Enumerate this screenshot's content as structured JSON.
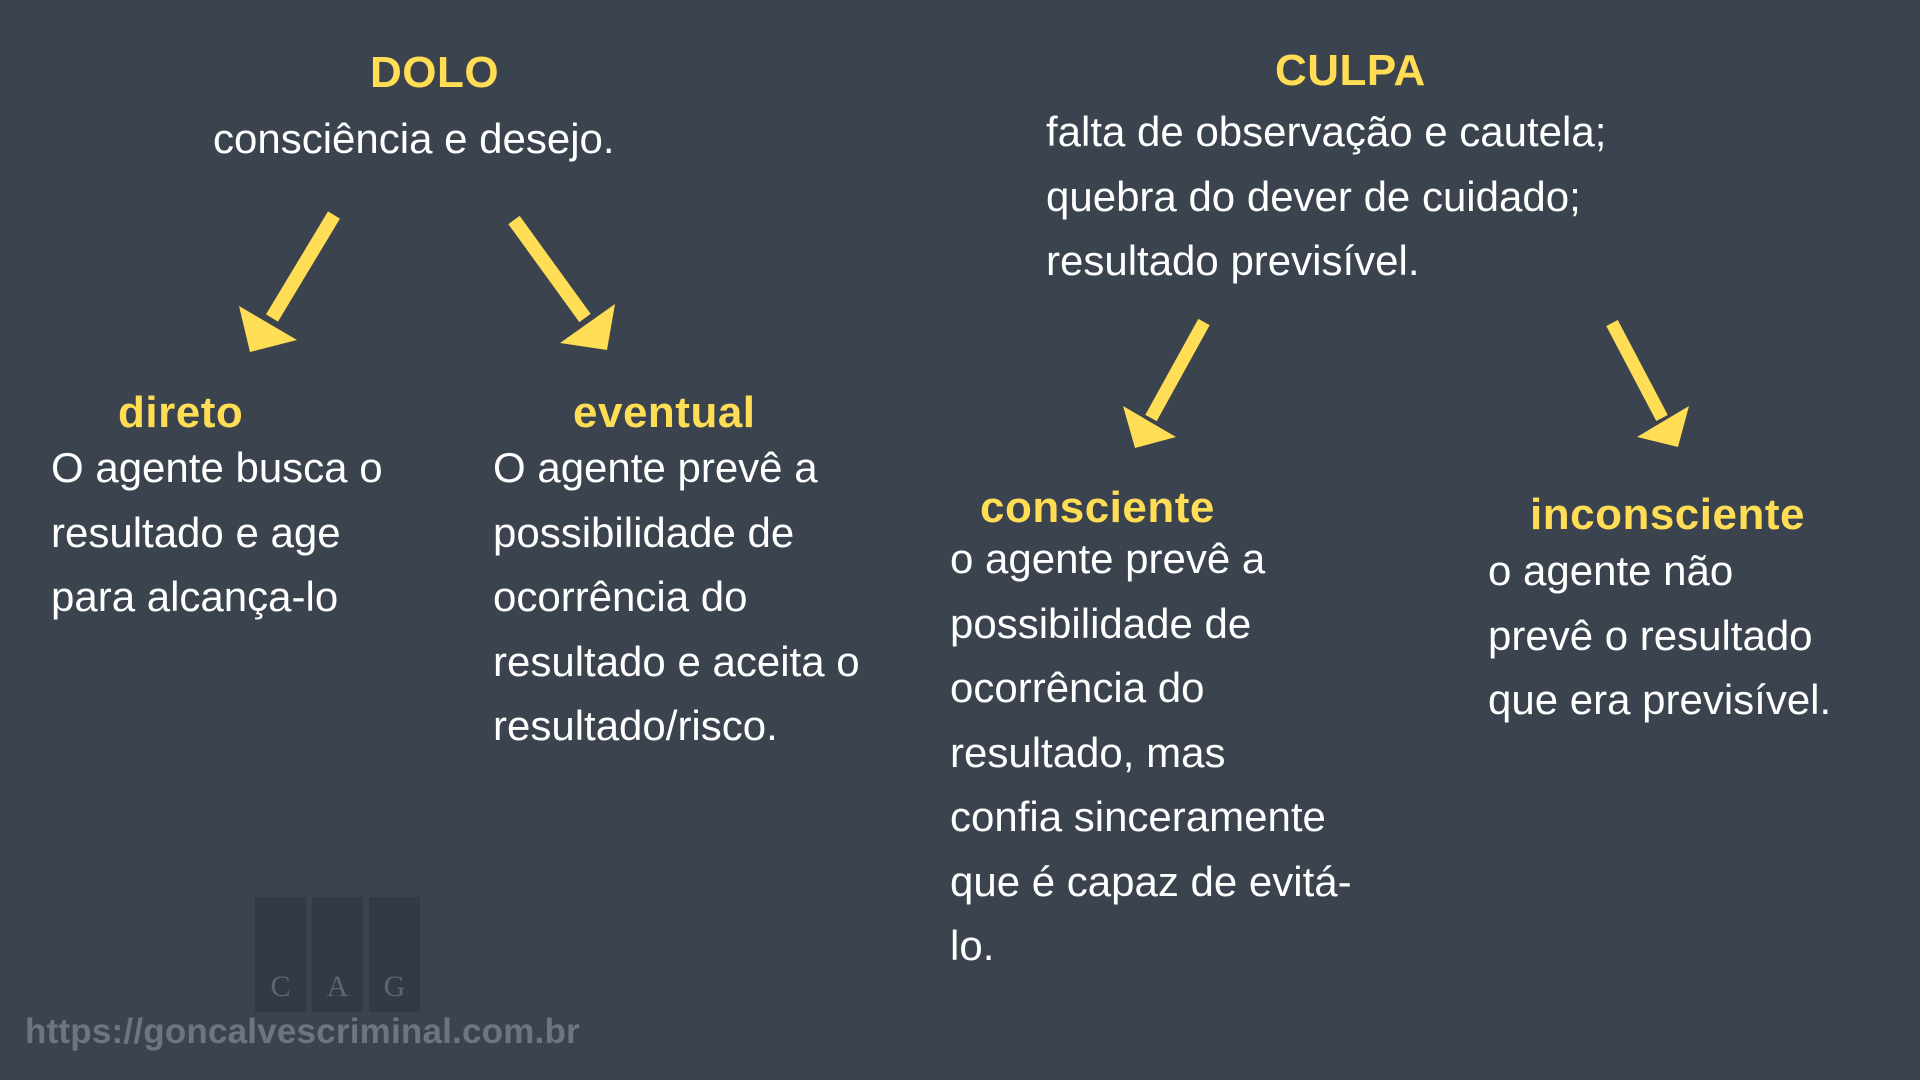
{
  "colors": {
    "background": "#3a434e",
    "accent": "#ffdd55",
    "text": "#ffffff",
    "muted": "#6d7680"
  },
  "dolo": {
    "title": "DOLO",
    "definition": "consciência e desejo.",
    "branches": [
      {
        "title": "direto",
        "lines": [
          "O agente busca o",
          "resultado e age",
          "para alcança-lo"
        ]
      },
      {
        "title": "eventual",
        "lines": [
          "O agente prevê a",
          "possibilidade de",
          "ocorrência do",
          "resultado e aceita o",
          "resultado/risco."
        ]
      }
    ]
  },
  "culpa": {
    "title": "CULPA",
    "definition_lines": [
      "falta de observação e cautela;",
      "quebra do dever de cuidado;",
      "resultado previsível."
    ],
    "branches": [
      {
        "title": "consciente",
        "lines": [
          "o agente prevê a",
          "possibilidade de",
          "ocorrência do",
          "resultado, mas",
          "confia sinceramente",
          "que é capaz de evitá-",
          "lo."
        ]
      },
      {
        "title": "inconsciente",
        "lines": [
          "o agente não",
          "prevê o resultado",
          "que era previsível."
        ]
      }
    ]
  },
  "arrows": [
    {
      "from": "dolo",
      "to": "direto",
      "icon": "arrow-down-left-icon"
    },
    {
      "from": "dolo",
      "to": "eventual",
      "icon": "arrow-down-right-icon"
    },
    {
      "from": "culpa",
      "to": "consciente",
      "icon": "arrow-down-left-icon"
    },
    {
      "from": "culpa",
      "to": "inconsciente",
      "icon": "arrow-down-right-icon"
    }
  ],
  "footer": {
    "logo_letters": [
      "C",
      "A",
      "G"
    ],
    "url": "https://goncalvescriminal.com.br"
  }
}
